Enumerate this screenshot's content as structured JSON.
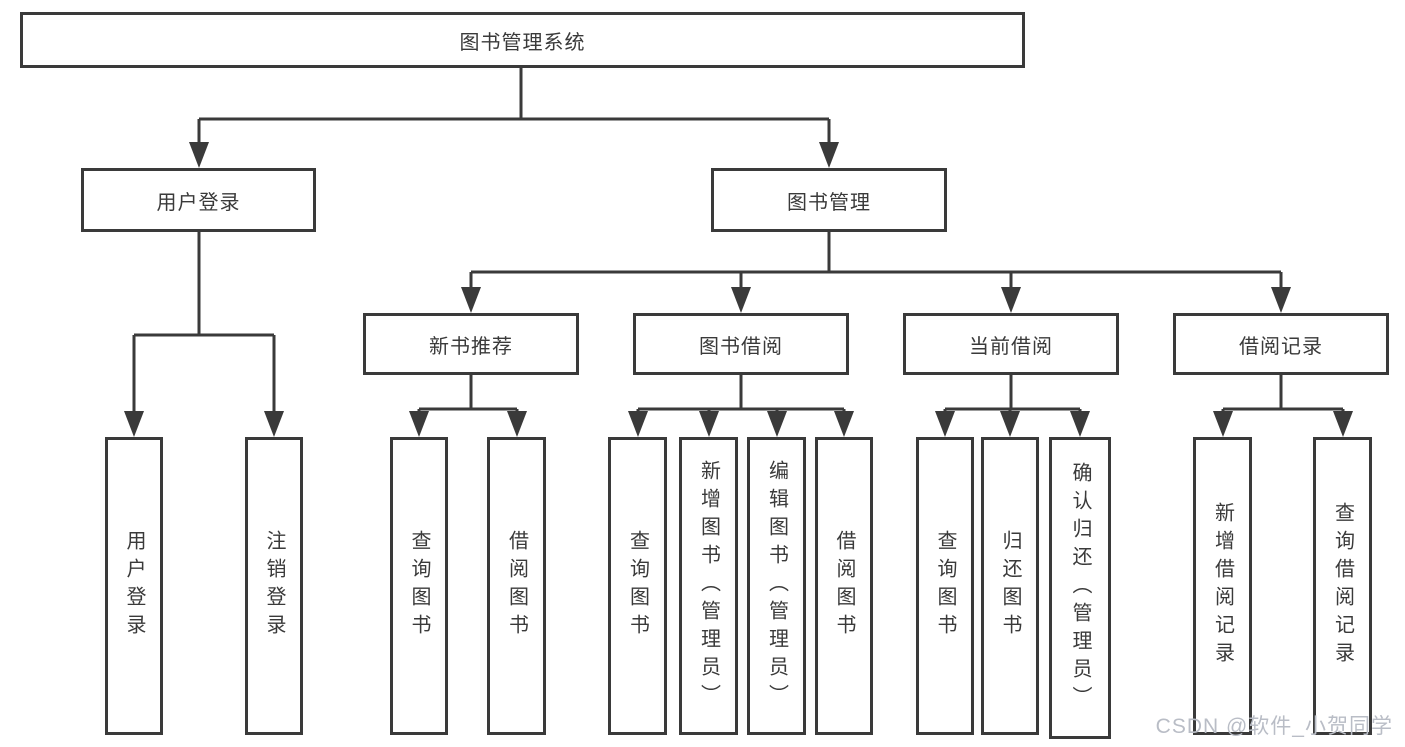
{
  "title": "图书管理系统",
  "user_login": {
    "label": "用户登录",
    "children": [
      {
        "label": "用户登录"
      },
      {
        "label": "注销登录"
      }
    ]
  },
  "book_mgmt": {
    "label": "图书管理",
    "sections": [
      {
        "label": "新书推荐",
        "children": [
          {
            "label": "查询图书"
          },
          {
            "label": "借阅图书"
          }
        ]
      },
      {
        "label": "图书借阅",
        "children": [
          {
            "label": "查询图书"
          },
          {
            "label": "新增图书（管理员）"
          },
          {
            "label": "编辑图书（管理员）"
          },
          {
            "label": "借阅图书"
          }
        ]
      },
      {
        "label": "当前借阅",
        "children": [
          {
            "label": "查询图书"
          },
          {
            "label": "归还图书"
          },
          {
            "label": "确认归还（管理员）"
          }
        ]
      },
      {
        "label": "借阅记录",
        "children": [
          {
            "label": "新增借阅记录"
          },
          {
            "label": "查询借阅记录"
          }
        ]
      }
    ]
  },
  "watermark": "CSDN @软件_小贺同学",
  "colors": {
    "line": "#3a3a3a",
    "text": "#3a3a3a",
    "bg": "#ffffff",
    "watermark": "#b9bdc6"
  }
}
